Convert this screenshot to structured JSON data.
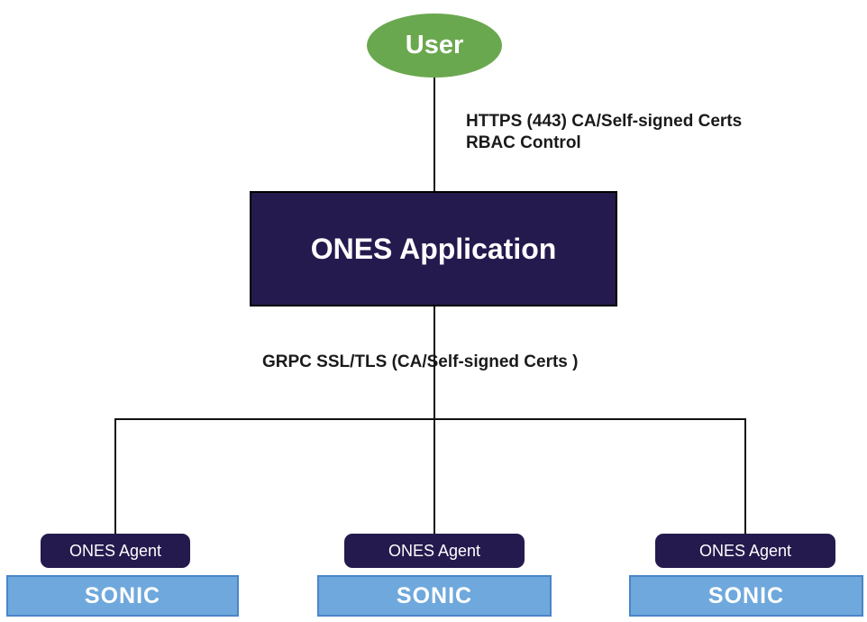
{
  "diagram": {
    "user": {
      "label": "User"
    },
    "user_to_app_edge": {
      "label_line1": "HTTPS (443) CA/Self-signed Certs",
      "label_line2": "RBAC Control"
    },
    "app": {
      "label": "ONES Application"
    },
    "app_to_agents_edge": {
      "label": "GRPC SSL/TLS (CA/Self-signed Certs )"
    },
    "agents": [
      {
        "agent_label": "ONES Agent",
        "platform_label": "SONIC"
      },
      {
        "agent_label": "ONES Agent",
        "platform_label": "SONIC"
      },
      {
        "agent_label": "ONES Agent",
        "platform_label": "SONIC"
      }
    ],
    "colors": {
      "user_fill": "#6aa84f",
      "node_fill": "#251a4e",
      "platform_fill": "#6fa8dc",
      "platform_border": "#4a86c8",
      "connector": "#111111",
      "label_text": "#1a1a1a"
    }
  }
}
